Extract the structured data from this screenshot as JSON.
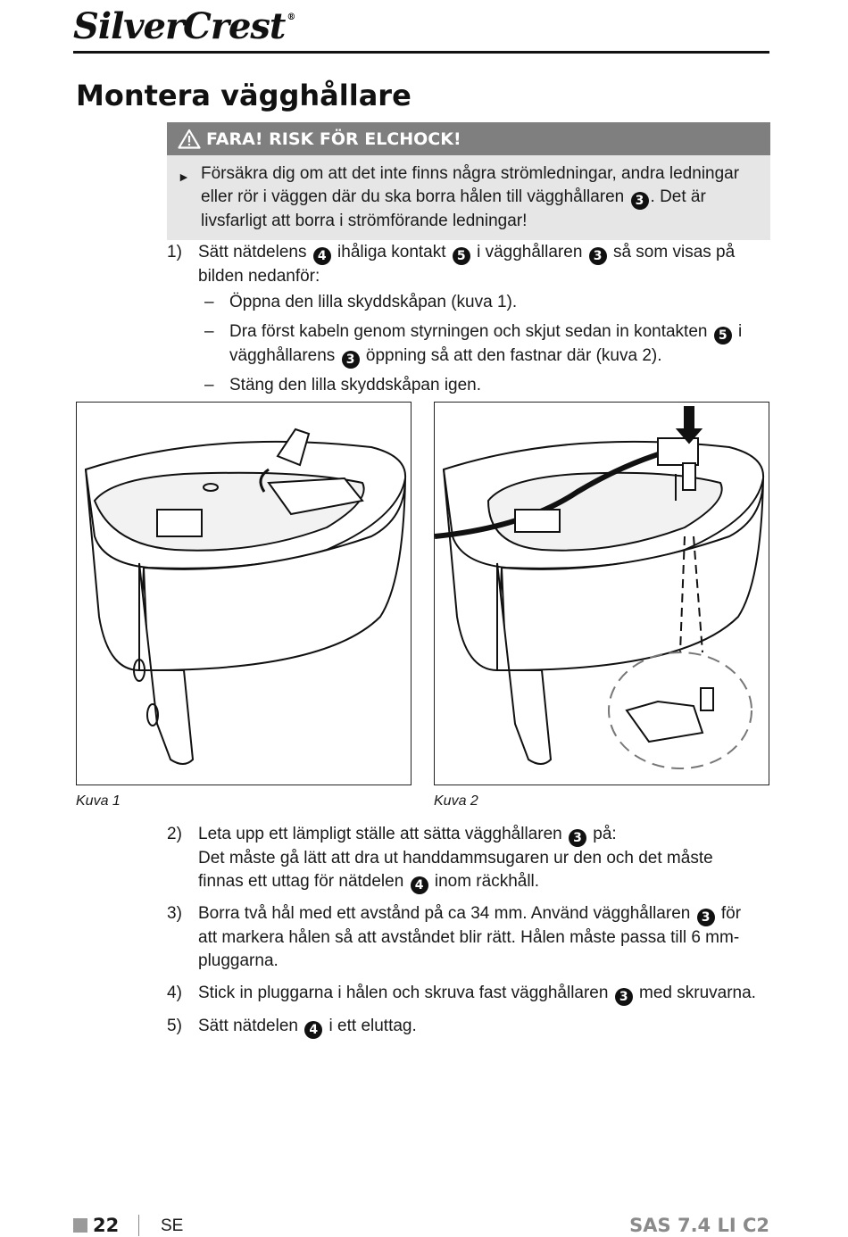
{
  "header": {
    "brand": "SilverCrest",
    "registered": "®"
  },
  "title": "Montera vägghållare",
  "warning": {
    "heading": "FARA! RISK FÖR ELCHOCK!",
    "bullet": "►",
    "text_1": "Försäkra dig om att det inte finns några strömledningar, andra ledningar eller rör i väggen där du ska borra hålen till vägghållaren",
    "ref_1": "3",
    "text_2": ". Det är livsfarligt att borra i strömförande ledningar!"
  },
  "step1": {
    "number": "1)",
    "t1": "Sätt nätdelens",
    "r1": "4",
    "t2": "ihåliga kontakt",
    "r2": "5",
    "t3": "i vägghållaren",
    "r3": "3",
    "t4": "så som visas på bilden nedanför:",
    "dash": "–",
    "sub1": "Öppna den lilla skyddskåpan (kuva 1).",
    "sub2_a": "Dra först kabeln genom styrningen och skjut sedan in kontakten",
    "sub2_r1": "5",
    "sub2_b": "i vägghållarens",
    "sub2_r2": "3",
    "sub2_c": "öppning så att den fastnar där (kuva 2).",
    "sub3": "Stäng den lilla skyddskåpan igen."
  },
  "figures": {
    "caption_1": "Kuva 1",
    "caption_2": "Kuva 2"
  },
  "step2": {
    "number": "2)",
    "t1": "Leta upp ett lämpligt ställe att sätta vägghållaren",
    "r1": "3",
    "t2": "på:",
    "t3": "Det måste gå lätt att dra ut handdammsugaren ur den och det måste finnas ett uttag för nätdelen",
    "r2": "4",
    "t4": "inom räckhåll."
  },
  "step3": {
    "number": "3)",
    "t1": "Borra två hål med ett avstånd på ca 34 mm. Använd vägghållaren",
    "r1": "3",
    "t2": "för att markera hålen så att avståndet blir rätt. Hålen måste passa till 6 mm-pluggarna."
  },
  "step4": {
    "number": "4)",
    "t1": "Stick in pluggarna i hålen och skruva fast vägghållaren",
    "r1": "3",
    "t2": "med skruvarna."
  },
  "step5": {
    "number": "5)",
    "t1": "Sätt nätdelen",
    "r1": "4",
    "t2": "i ett eluttag."
  },
  "footer": {
    "page": "22",
    "lang": "SE",
    "model": "SAS 7.4 LI C2"
  },
  "colors": {
    "warning_header": "#7f7f7f",
    "warning_body": "#e6e6e6",
    "model_text": "#8a8a8a"
  }
}
